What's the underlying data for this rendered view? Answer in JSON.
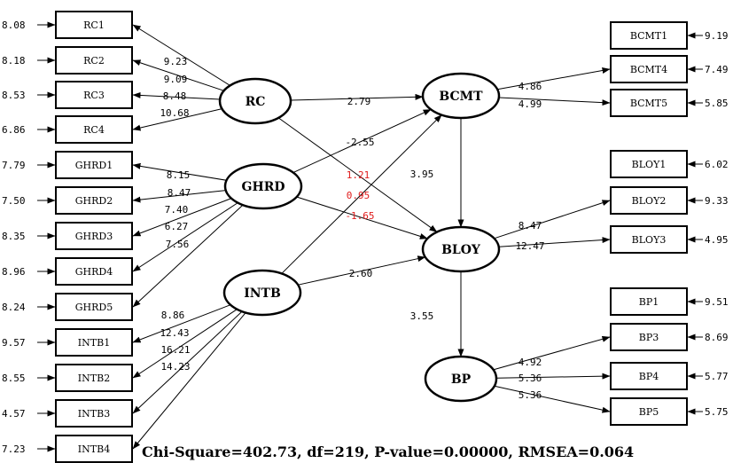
{
  "colors": {
    "line": "#000000",
    "highlight": "#e01b1b",
    "background": "#ffffff"
  },
  "latent": {
    "RC": "RC",
    "GHRD": "GHRD",
    "INTB": "INTB",
    "BCMT": "BCMT",
    "BLOY": "BLOY",
    "BP": "BP"
  },
  "indicators": {
    "left": [
      {
        "label": "RC1",
        "error": "8.08",
        "loading": "9.23"
      },
      {
        "label": "RC2",
        "error": "8.18",
        "loading": "9.09"
      },
      {
        "label": "RC3",
        "error": "8.53",
        "loading": "8.48"
      },
      {
        "label": "RC4",
        "error": "6.86",
        "loading": "10.68"
      },
      {
        "label": "GHRD1",
        "error": "7.79",
        "loading": "8.15"
      },
      {
        "label": "GHRD2",
        "error": "7.50",
        "loading": "8.47"
      },
      {
        "label": "GHRD3",
        "error": "8.35",
        "loading": "7.40"
      },
      {
        "label": "GHRD4",
        "error": "8.96",
        "loading": "6.27"
      },
      {
        "label": "GHRD5",
        "error": "8.24",
        "loading": "7.56"
      },
      {
        "label": "INTB1",
        "error": "9.57",
        "loading": "8.86"
      },
      {
        "label": "INTB2",
        "error": "8.55",
        "loading": "12.43"
      },
      {
        "label": "INTB3",
        "error": "4.57",
        "loading": "16.21"
      },
      {
        "label": "INTB4",
        "error": "7.23",
        "loading": "14.23"
      }
    ],
    "right": [
      {
        "label": "BCMT1",
        "error": "9.19",
        "loading": ""
      },
      {
        "label": "BCMT4",
        "error": "7.49",
        "loading": "4.86"
      },
      {
        "label": "BCMT5",
        "error": "5.85",
        "loading": "4.99"
      },
      {
        "label": "BLOY1",
        "error": "6.02",
        "loading": ""
      },
      {
        "label": "BLOY2",
        "error": "9.33",
        "loading": "8.47"
      },
      {
        "label": "BLOY3",
        "error": "4.95",
        "loading": "12.47"
      },
      {
        "label": "BP1",
        "error": "9.51",
        "loading": ""
      },
      {
        "label": "BP3",
        "error": "8.69",
        "loading": "4.92"
      },
      {
        "label": "BP4",
        "error": "5.77",
        "loading": "5.36"
      },
      {
        "label": "BP5",
        "error": "5.75",
        "loading": "5.36"
      }
    ]
  },
  "paths": {
    "RC_BCMT": "2.79",
    "GHRD_BCMT": "-2.55",
    "RC_BLOY": "1.21",
    "INTB_BCMT": "0.95",
    "GHRD_BLOY": "-1.65",
    "INTB_BLOY": "2.60",
    "BCMT_BLOY": "3.95",
    "BLOY_BP": "3.55"
  },
  "fit_statistics": "Chi-Square=402.73, df=219, P-value=0.00000, RMSEA=0.064"
}
